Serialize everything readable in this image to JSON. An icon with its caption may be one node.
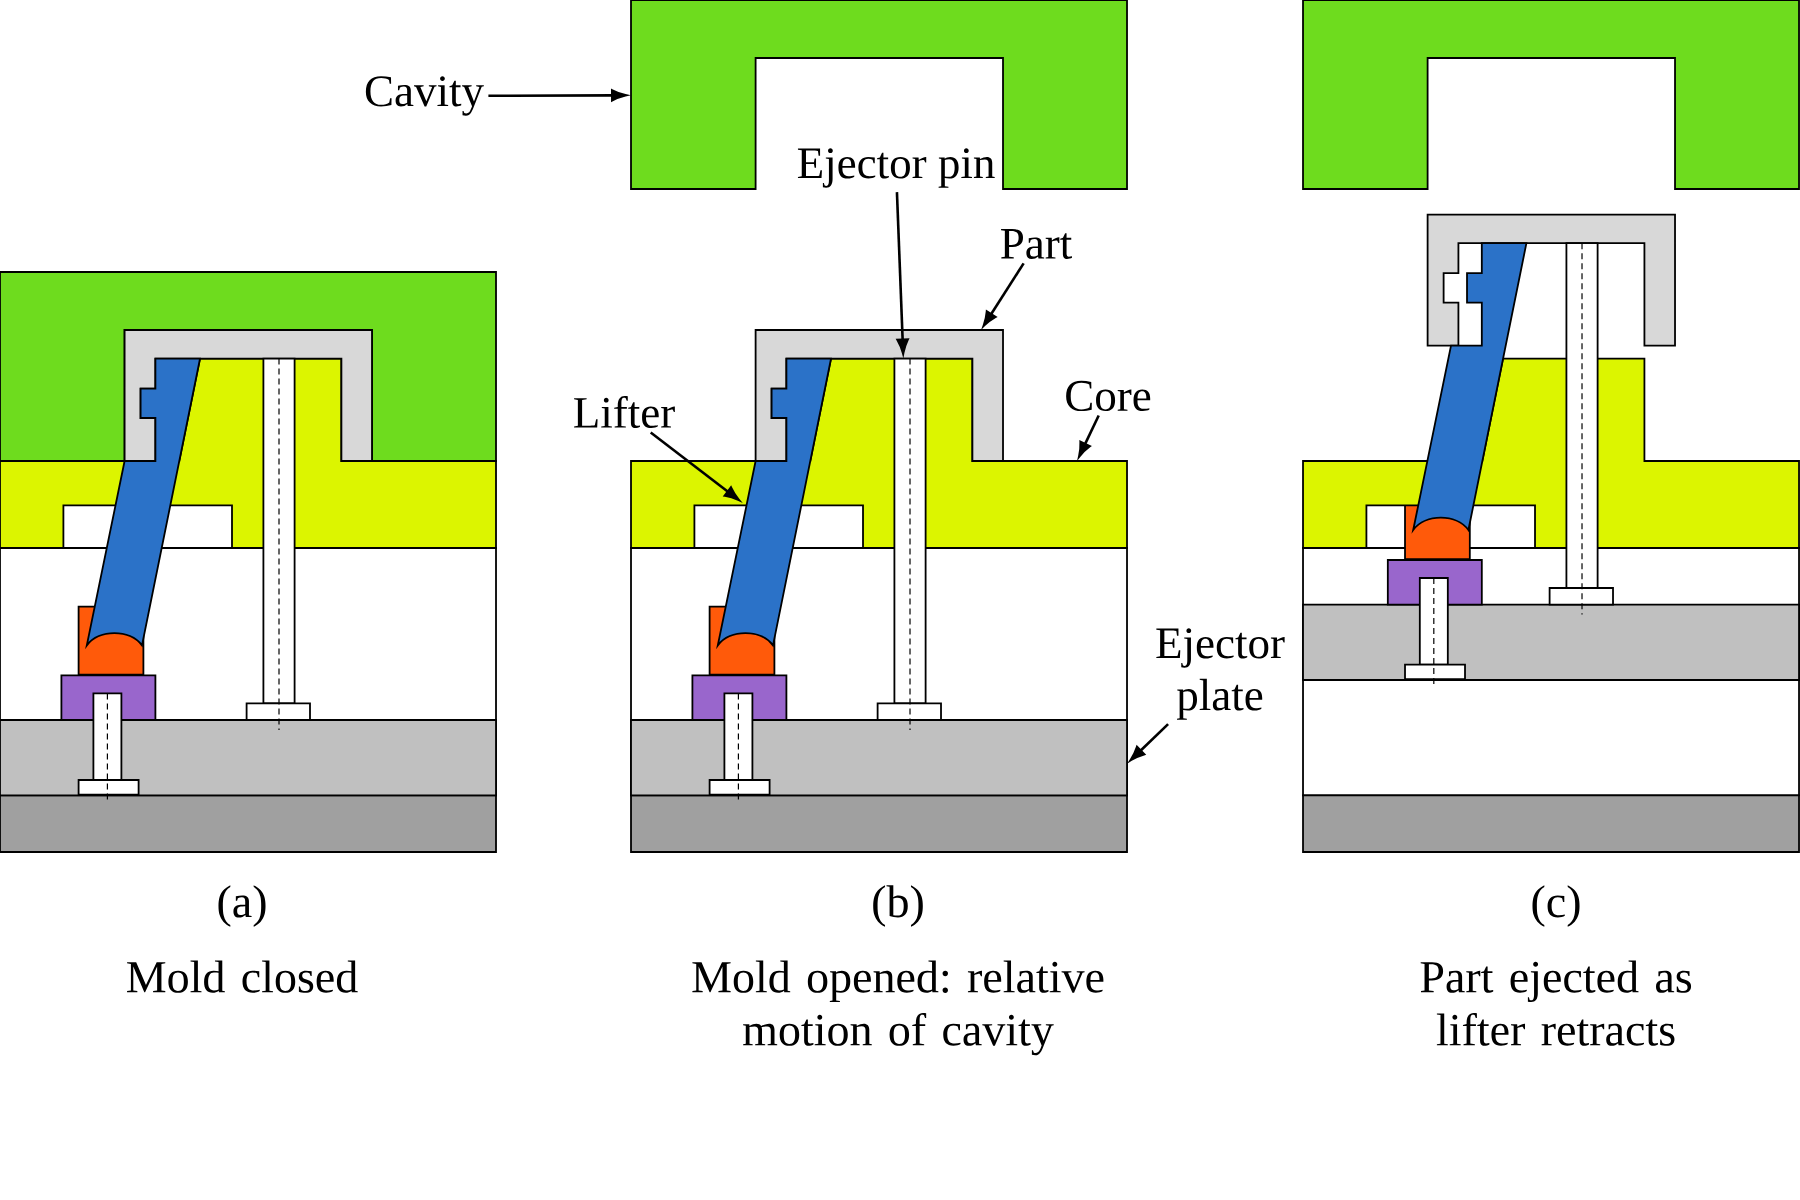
{
  "diagram": {
    "nodes": [
      {
        "text": [
          "Cavity"
        ]
      },
      {
        "text": [],
        "shape": "box"
      },
      {
        "text": [
          "Ejector pin"
        ]
      },
      {
        "text": [],
        "shape": "bar"
      },
      {
        "text": [
          "Part"
        ]
      },
      {
        "text": [],
        "shape": "box"
      },
      {
        "text": [
          "Core"
        ]
      },
      {
        "text": [],
        "shape": "box"
      },
      {
        "text": [
          "Lifter"
        ]
      },
      {
        "text": [],
        "shape": "bar"
      },
      {
        "text": [
          "Ejector plate"
        ]
      },
      {
        "text": [],
        "shape": "box"
      },
      {
        "text": [],
        "shape": "box"
      },
      {
        "text": [],
        "shape": "box"
      },
      {
        "text": [],
        "shape": "bar"
      },
      {
        "text": [],
        "shape": "bar"
      },
      {
        "text": [],
        "shape": "box"
      },
      {
        "text": [],
        "shape": "box"
      },
      {
        "text": [],
        "shape": "box"
      },
      {
        "text": [],
        "shape": "box"
      },
      {
        "text": [],
        "shape": "bar"
      },
      {
        "text": [],
        "shape": "bar"
      },
      {
        "text": [],
        "shape": "box"
      },
      {
        "text": [],
        "shape": "box"
      }
    ],
    "edges": [
      {
        "from": 0,
        "to": 1,
        "arrow": "to"
      },
      {
        "from": 2,
        "to": 3,
        "arrow": "to"
      },
      {
        "from": 4,
        "to": 5,
        "arrow": "to"
      },
      {
        "from": 6,
        "to": 7,
        "arrow": "to"
      },
      {
        "from": 8,
        "to": 9,
        "arrow": "to"
      },
      {
        "from": 10,
        "to": 11,
        "arrow": "to"
      }
    ],
    "labels": [
      "(a)",
      "(b)",
      "(c)",
      "Mold closed",
      "Mold opened: relative motion of cavity",
      "Part ejected as lifter retracts"
    ]
  }
}
